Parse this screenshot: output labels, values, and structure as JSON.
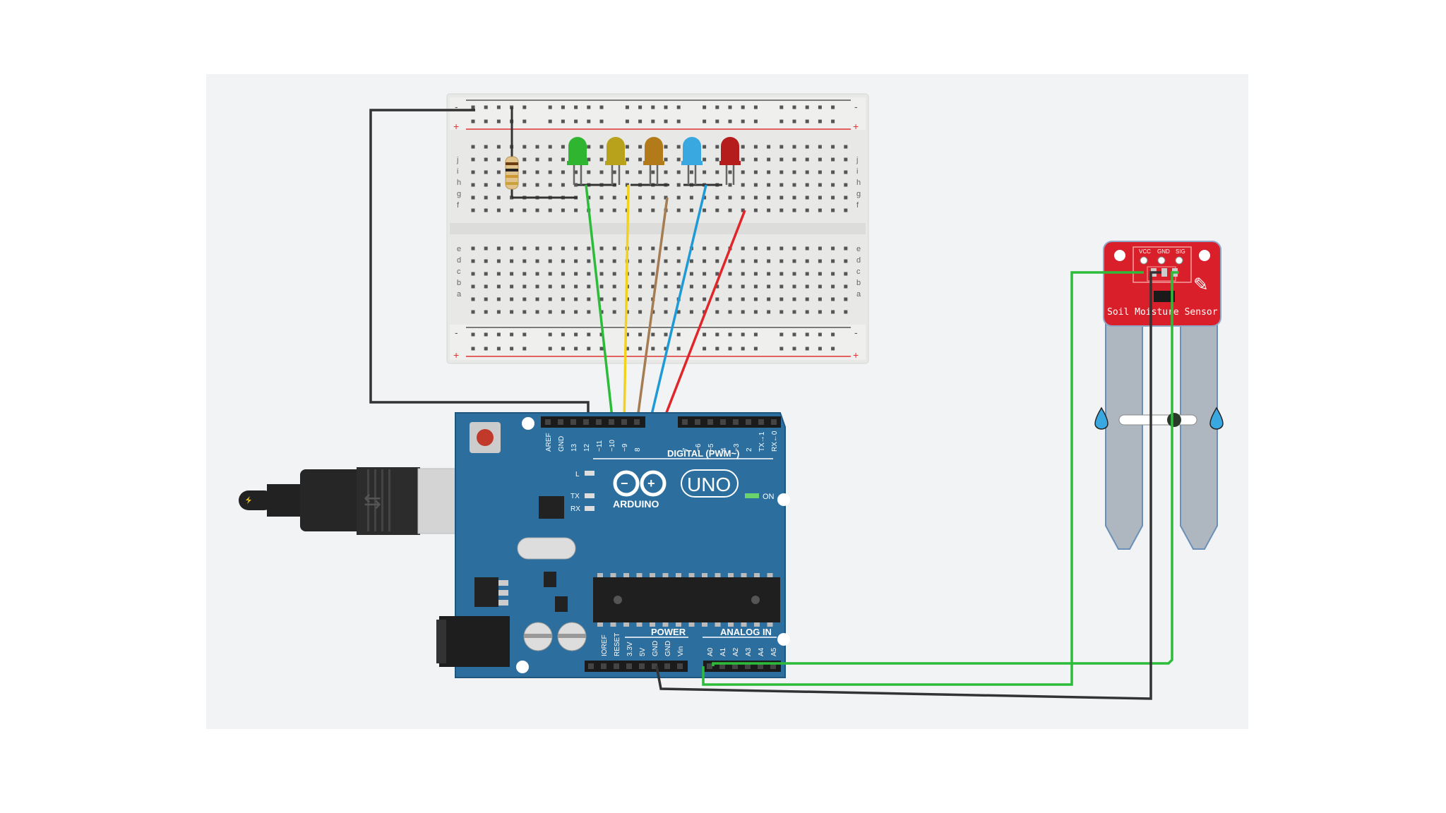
{
  "breadboard": {
    "row_letters_top": [
      "j",
      "i",
      "h",
      "g",
      "f"
    ],
    "row_letters_bottom": [
      "e",
      "d",
      "c",
      "b",
      "a"
    ],
    "rail_minus": "-",
    "rail_plus": "+",
    "column_count": 30
  },
  "leds": [
    {
      "color_name": "green",
      "color": "#2fb52f"
    },
    {
      "color_name": "yellow",
      "color": "#b8a21b"
    },
    {
      "color_name": "orange",
      "color": "#b37a1a"
    },
    {
      "color_name": "blue",
      "color": "#3aa8e0"
    },
    {
      "color_name": "red",
      "color": "#b51d1d"
    }
  ],
  "wires": {
    "green": "#2dbb3a",
    "yellow": "#f2d21a",
    "brown": "#a67c52",
    "blue": "#1e9bd7",
    "red": "#e0262a",
    "black": "#333333"
  },
  "arduino": {
    "brand": "ARDUINO",
    "model": "UNO",
    "digital_label": "DIGITAL (PWM~)",
    "power_label": "POWER",
    "analog_label": "ANALOG IN",
    "on_label": "ON",
    "l_label": "L",
    "tx_label": "TX",
    "rx_label": "RX",
    "digital_pins": [
      "AREF",
      "GND",
      "13",
      "12",
      "~11",
      "~10",
      "~9",
      "8",
      "7",
      "~6",
      "~5",
      "4",
      "~3",
      "2",
      "TX→1",
      "RX←0"
    ],
    "power_pins": [
      "IOREF",
      "RESET",
      "3.3V",
      "5V",
      "GND",
      "GND",
      "Vin"
    ],
    "analog_pins": [
      "A0",
      "A1",
      "A2",
      "A3",
      "A4",
      "A5"
    ],
    "board_color": "#2c6e9e"
  },
  "sensor": {
    "label": "Soil Moisture Sensor",
    "pins": [
      "VCC",
      "GND",
      "SIG"
    ],
    "board_color": "#d9202a"
  }
}
